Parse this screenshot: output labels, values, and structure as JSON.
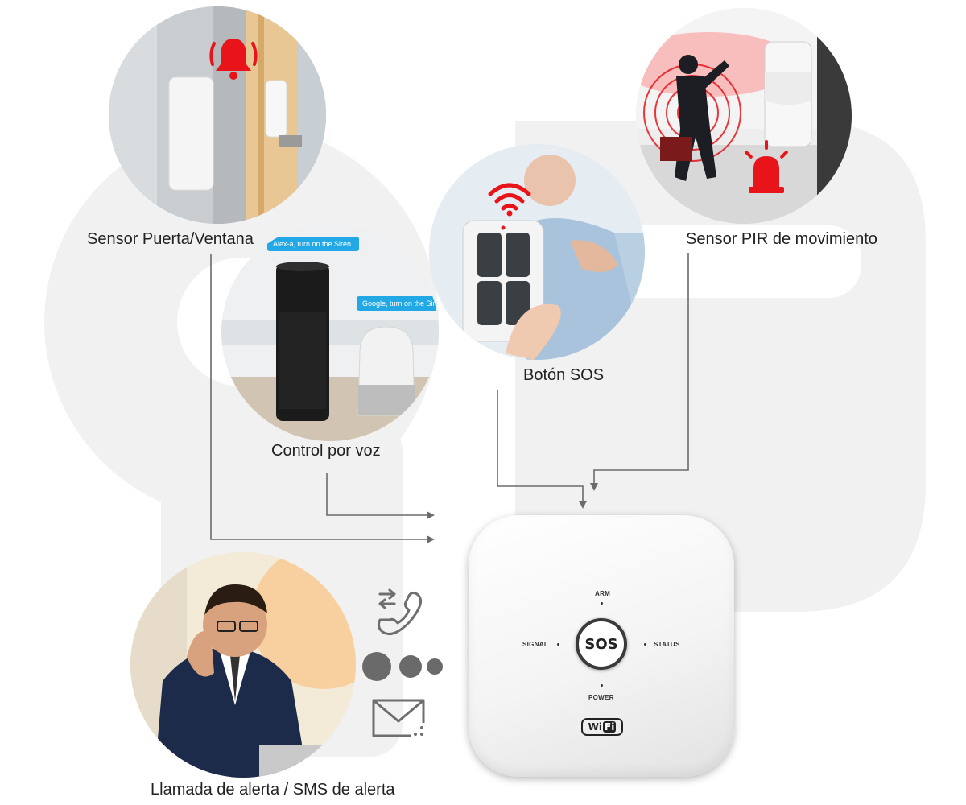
{
  "labels": {
    "door_sensor": "Sensor Puerta/Ventana",
    "voice_control": "Control por voz",
    "sos_button": "Botón SOS",
    "pir_sensor": "Sensor PIR de movimiento",
    "alert": "Llamada de alerta / SMS de alerta"
  },
  "voice_bubbles": {
    "alexa": "Alex-a, turn on the Siren.",
    "google": "Google, turn on the Siren."
  },
  "hub": {
    "arm": "ARM",
    "signal": "SIGNAL",
    "status": "STATUS",
    "power": "POWER",
    "sos": "SOS",
    "wifi_w": "Wi",
    "wifi_f": "Fi"
  },
  "icons": [
    "bell-alarm-icon",
    "wifi-signal-icon",
    "siren-icon",
    "phone-call-icon",
    "sms-dots-icon",
    "mail-icon"
  ],
  "colors": {
    "alarm_red": "#e8141a",
    "connector_gray": "#6b6b6b",
    "bubble_blue": "#23a8e6"
  }
}
